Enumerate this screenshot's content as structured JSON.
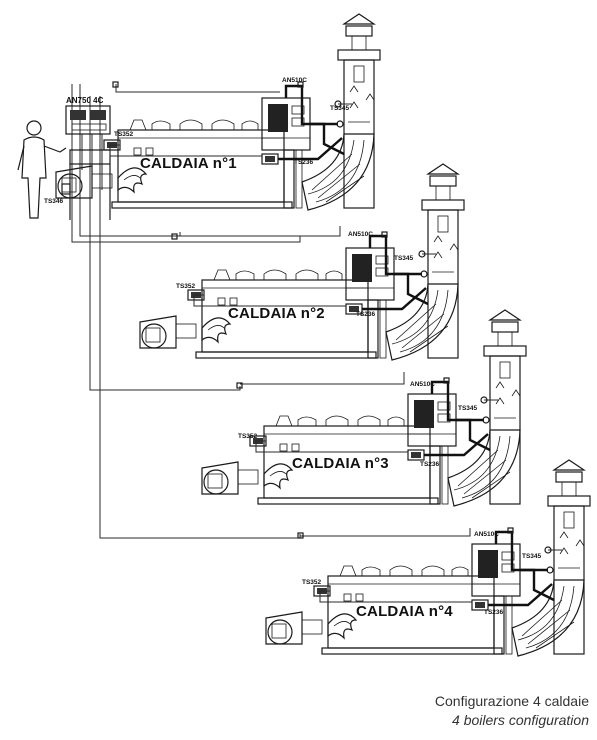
{
  "controller_label": "AN750 4C",
  "operator_sensor": "TS346",
  "boilers": [
    {
      "name": "CALDAIA n°1",
      "an": "AN510C",
      "ts352": "TS352",
      "ts236": "TS236",
      "ts345": "TS345"
    },
    {
      "name": "CALDAIA n°2",
      "an": "AN510C",
      "ts352": "TS352",
      "ts236": "TS236",
      "ts345": "TS345"
    },
    {
      "name": "CALDAIA n°3",
      "an": "AN510C",
      "ts352": "TS352",
      "ts236": "TS236",
      "ts345": "TS345"
    },
    {
      "name": "CALDAIA n°4",
      "an": "AN510C",
      "ts352": "TS352",
      "ts236": "TS236",
      "ts345": "TS345"
    }
  ],
  "caption": {
    "italian": "Configurazione 4 caldaie",
    "english": "4 boilers configuration"
  }
}
